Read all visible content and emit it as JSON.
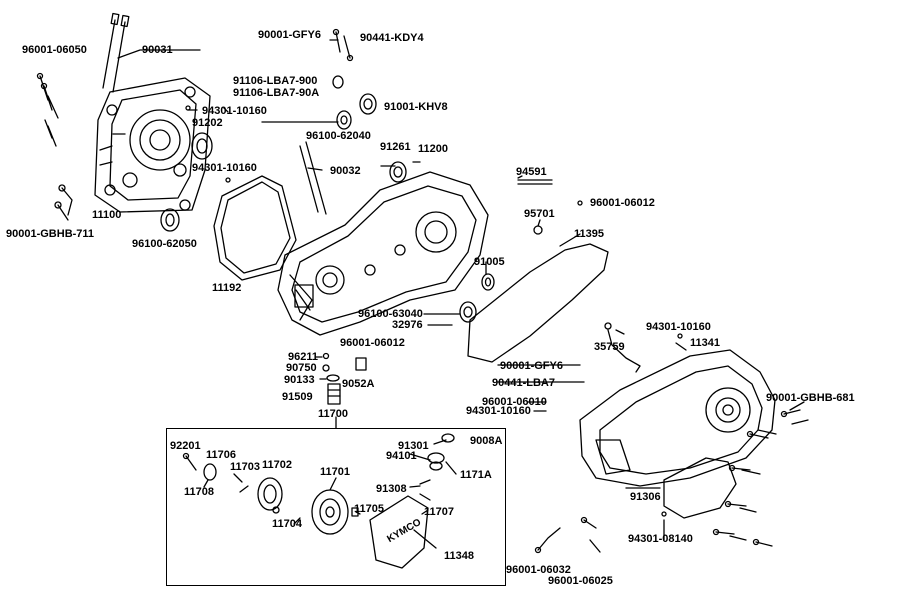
{
  "diagram": {
    "labels": {
      "p96001_06050": "96001-06050",
      "p90031": "90031",
      "p90001_gfy6_top": "90001-GFY6",
      "p90441_kdy4": "90441-KDY4",
      "p91106_lba7_900": "91106-LBA7-900",
      "p91106_lba7_90a": "91106-LBA7-90A",
      "p94301_10160_a": "94301-10160",
      "p91202": "91202",
      "p91001_khv8": "91001-KHV8",
      "p96100_62040": "96100-62040",
      "p91261": "91261",
      "p11200": "11200",
      "p94301_10160_b": "94301-10160",
      "p90032": "90032",
      "p94591": "94591",
      "p96001_06012_a": "96001-06012",
      "p95701": "95701",
      "p90001_gbhb_711": "90001-GBHB-711",
      "p11100": "11100",
      "p96100_62050": "96100-62050",
      "p11395": "11395",
      "p91005": "91005",
      "p11192": "11192",
      "p96100_63040": "96100-63040",
      "p32976": "32976",
      "p94301_10160_c": "94301-10160",
      "p96001_06012_b": "96001-06012",
      "p35759": "35759",
      "p11341": "11341",
      "p96211": "96211",
      "p90750": "90750",
      "p90133": "90133",
      "p90001_gfy6_mid": "90001-GFY6",
      "p90441_lba7": "90441-LBA7",
      "p9052a": "9052A",
      "p91509": "91509",
      "p96001_06010": "96001-06010",
      "p90001_gbhb_681": "90001-GBHB-681",
      "p94301_10160_d": "94301-10160",
      "p11700": "11700",
      "p92201": "92201",
      "p11706": "11706",
      "p11703": "11703",
      "p11702": "11702",
      "p91301": "91301",
      "p9008a": "9008A",
      "p94101": "94101",
      "p1171a": "1171A",
      "p11701": "11701",
      "p11708": "11708",
      "p91308": "91308",
      "p91306": "91306",
      "p11705": "11705",
      "p11707": "11707",
      "p11704": "11704",
      "p94301_08140": "94301-08140",
      "p11348": "11348",
      "p96001_06032": "96001-06032",
      "p96001_06025": "96001-06025"
    },
    "logo_text": "KYMCO"
  }
}
